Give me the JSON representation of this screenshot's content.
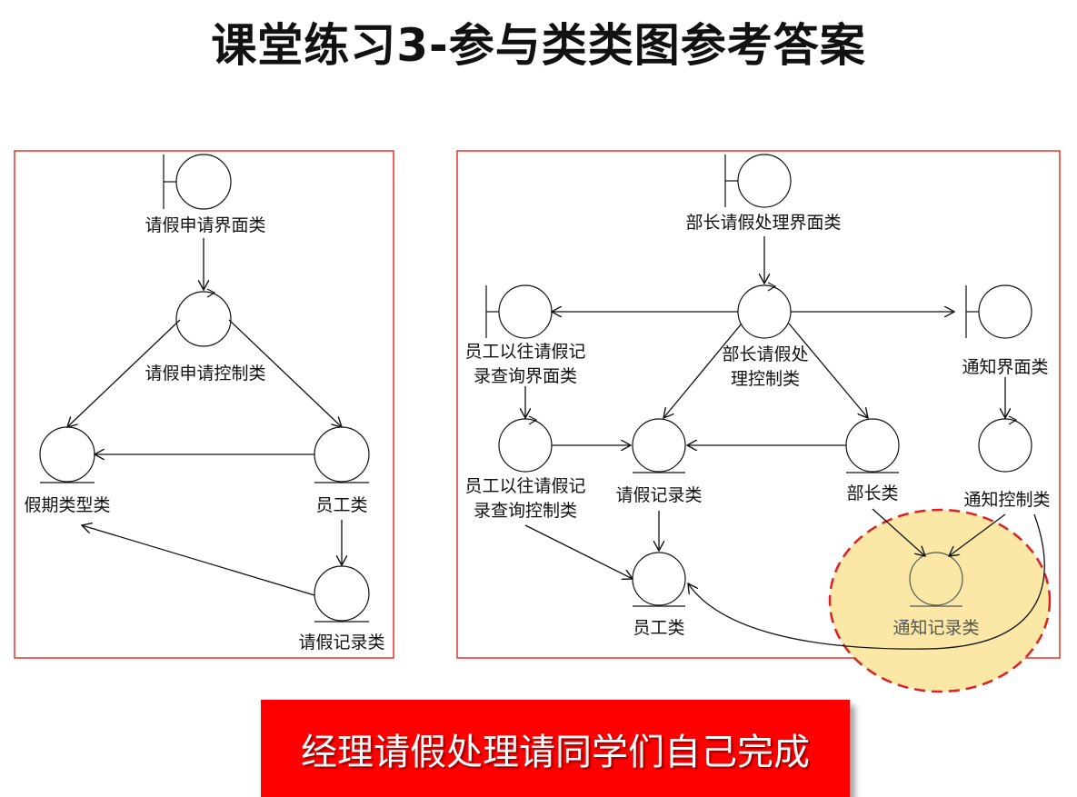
{
  "title": "课堂练习3-参与类类图参考答案",
  "left_diagram": {
    "boundary": "请假申请界面类",
    "control": "请假申请控制类",
    "entity_period": "假期类型类",
    "entity_employee": "员工类",
    "entity_record": "请假记录类"
  },
  "right_diagram": {
    "boundary_main": "部长请假处理界面类",
    "control_main_line1": "部长请假处",
    "control_main_line2": "理控制类",
    "boundary_history_line1": "员工以往请假记",
    "boundary_history_line2": "录查询界面类",
    "boundary_notify": "通知界面类",
    "control_history_line1": "员工以往请假记",
    "control_history_line2": "录查询控制类",
    "entity_leave_record": "请假记录类",
    "entity_minister": "部长类",
    "control_notify": "通知控制类",
    "entity_employee": "员工类",
    "entity_notify_record": "通知记录类"
  },
  "banner": "经理请假处理请同学们自己完成",
  "colors": {
    "frame": "#e8302a",
    "highlight_fill": "#fbe8a6",
    "highlight_border": "#e02020",
    "banner": "#ff0000"
  }
}
